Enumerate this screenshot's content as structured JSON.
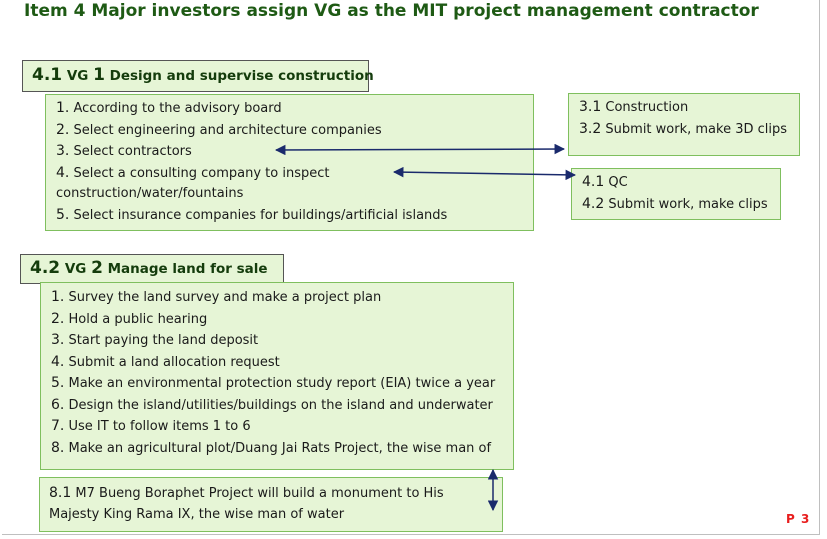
{
  "title": "Item 4 Major investors assign VG as the MIT project management contractor",
  "section1": {
    "number": "4.1",
    "label_pre": "VG",
    "label_num": "1",
    "label_post": "Design and supervise construction",
    "items": [
      {
        "n": "1.",
        "text": "According to the advisory board"
      },
      {
        "n": "2.",
        "text": "Select engineering and architecture companies"
      },
      {
        "n": "3.",
        "text": "Select contractors"
      },
      {
        "n": "4.",
        "text": "Select a consulting company to inspect"
      },
      {
        "n": "",
        "text": "construction/water/fountains"
      },
      {
        "n": "5.",
        "text": "Select insurance companies for buildings/artificial islands"
      }
    ],
    "sub_a": [
      {
        "n": "3.1",
        "text": "Construction"
      },
      {
        "n": "3.2",
        "text": "Submit work, make 3D clips"
      }
    ],
    "sub_b": [
      {
        "n": "4.1",
        "text": "QC"
      },
      {
        "n": "4.2",
        "text": "Submit work, make clips"
      }
    ]
  },
  "section2": {
    "number": "4.2",
    "label_pre": "VG",
    "label_num": "2",
    "label_post": "Manage land for sale",
    "items": [
      {
        "n": "1.",
        "text": "Survey the land survey and make a project plan"
      },
      {
        "n": "2.",
        "text": "Hold a public hearing"
      },
      {
        "n": "3.",
        "text": "Start paying the land deposit"
      },
      {
        "n": "4.",
        "text": "Submit a land allocation request"
      },
      {
        "n": "5.",
        "text": "Make an environmental protection study report (EIA) twice a year"
      },
      {
        "n": "6.",
        "text": "Design the island/utilities/buildings on the island and underwater"
      },
      {
        "n": "7.",
        "text": "Use IT to follow items 1 to 6"
      },
      {
        "n": "8.",
        "text": "Make an agricultural plot/Duang Jai Rats Project, the wise man of"
      }
    ],
    "sub": [
      {
        "n": "8.1",
        "text": "M7 Bueng Boraphet Project will build a monument to His"
      },
      {
        "n": "",
        "text": "Majesty King Rama IX, the wise man of water"
      }
    ]
  },
  "page_number": "P 3",
  "colors": {
    "title": "#1e5a14",
    "box_fill": "#e6f5d6",
    "box_border": "#7fbf5e",
    "arrow": "#1a2a6c",
    "page_number": "#e81e1e"
  }
}
